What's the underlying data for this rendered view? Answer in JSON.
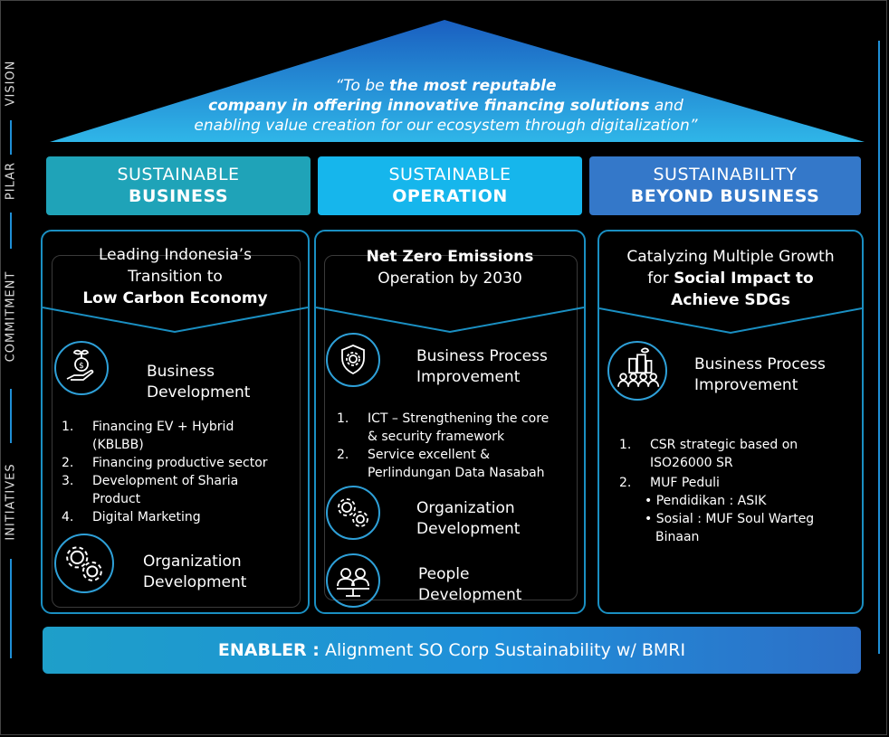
{
  "side_labels": {
    "vision": "VISION",
    "pilar": "PILAR",
    "commitment": "COMMITMENT",
    "initiatives": "INITIATIVES"
  },
  "vision": {
    "pre": "“To be ",
    "bold1": "the most reputable",
    "bold2": "company in offering innovative financing solutions",
    "mid": " and",
    "line3": "enabling value creation for our ecosystem through digitalization”"
  },
  "pillars": [
    {
      "line1": "SUSTAINABLE",
      "line2": "BUSINESS",
      "color": "#1fa3b8"
    },
    {
      "line1": "SUSTAINABLE",
      "line2": "OPERATION",
      "color": "#16b6ec"
    },
    {
      "line1": "SUSTAINABILITY",
      "line2": "BEYOND BUSINESS",
      "color": "#3478c9"
    }
  ],
  "columns": [
    {
      "commit": [
        "Leading Indonesia’s",
        "Transition to",
        "Low Carbon Economy"
      ],
      "initiatives": [
        {
          "icon": "money-plant-hand-icon",
          "label1": "Business",
          "label2": "Development"
        },
        {
          "icon": "gears-icon",
          "label1": "Organization",
          "label2": "Development"
        }
      ],
      "list": [
        {
          "num": "1.",
          "text": "Financing EV + Hybrid"
        },
        {
          "num": "",
          "text": "(KBLBB)"
        },
        {
          "num": "2.",
          "text": "Financing productive sector"
        },
        {
          "num": "3.",
          "text": "Development of Sharia"
        },
        {
          "num": "",
          "text": "Product"
        },
        {
          "num": "4.",
          "text": "Digital Marketing"
        }
      ]
    },
    {
      "commit": [
        "Net Zero Emissions",
        "Operation by 2030"
      ],
      "initiatives": [
        {
          "icon": "shield-gear-icon",
          "label1": "Business Process",
          "label2": "Improvement"
        },
        {
          "icon": "gears-icon",
          "label1": "Organization",
          "label2": "Development"
        },
        {
          "icon": "people-icon",
          "label1": "People",
          "label2": "Development"
        }
      ],
      "list": [
        {
          "num": "1.",
          "text": "ICT – Strengthening the core"
        },
        {
          "num": "",
          "text": "& security framework"
        },
        {
          "num": "2.",
          "text": "Service excellent &"
        },
        {
          "num": "",
          "text": "Perlindungan Data Nasabah"
        }
      ]
    },
    {
      "commit": [
        "Catalyzing Multiple Growth",
        "for ",
        "Social Impact to",
        "Achieve SDGs"
      ],
      "initiatives": [
        {
          "icon": "community-building-icon",
          "label1": "Business Process",
          "label2": "Improvement"
        }
      ],
      "list": [
        {
          "num": "1.",
          "text": "CSR strategic based on"
        },
        {
          "num": "",
          "text": "ISO26000 SR"
        },
        {
          "num": "2.",
          "text": "MUF Peduli"
        }
      ],
      "bullets": [
        "• Pendidikan : ASIK",
        "• Sosial : MUF Soul Warteg",
        "Binaan"
      ]
    }
  ],
  "enabler": {
    "bold": "ENABLER :",
    "text": " Alignment SO Corp Sustainability w/ BMRI"
  },
  "colors": {
    "accent": "#1f8fd6",
    "roof_top": "#1a5fc0",
    "roof_bottom": "#2fb6e8"
  }
}
